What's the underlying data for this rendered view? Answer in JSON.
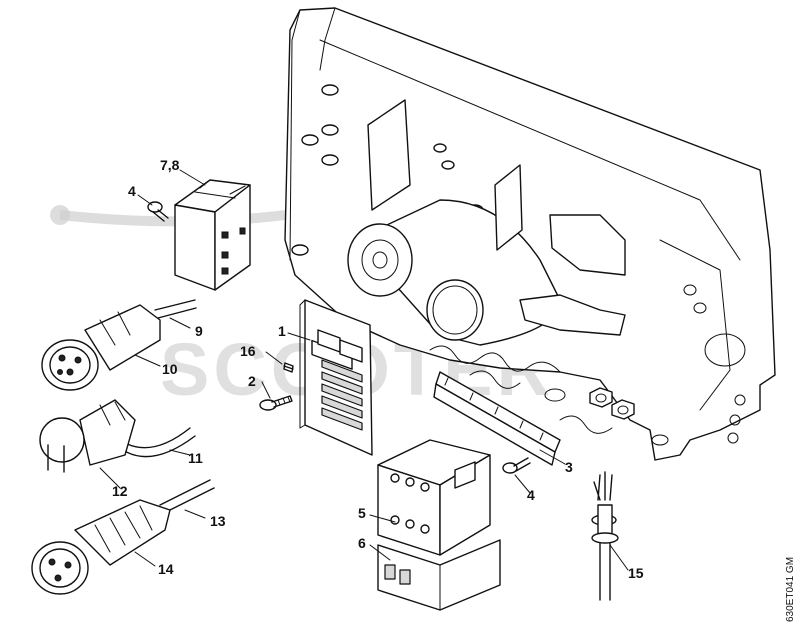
{
  "labels": {
    "p1": "1",
    "p2": "2",
    "p3": "3",
    "p4a": "4",
    "p4b": "4",
    "p5": "5",
    "p6": "6",
    "p78": "7,8",
    "p9": "9",
    "p10": "10",
    "p11": "11",
    "p12": "12",
    "p13": "13",
    "p14": "14",
    "p15": "15",
    "p16": "16"
  },
  "drawing_code": "630ET041 GM",
  "watermark": "SCOOTER"
}
